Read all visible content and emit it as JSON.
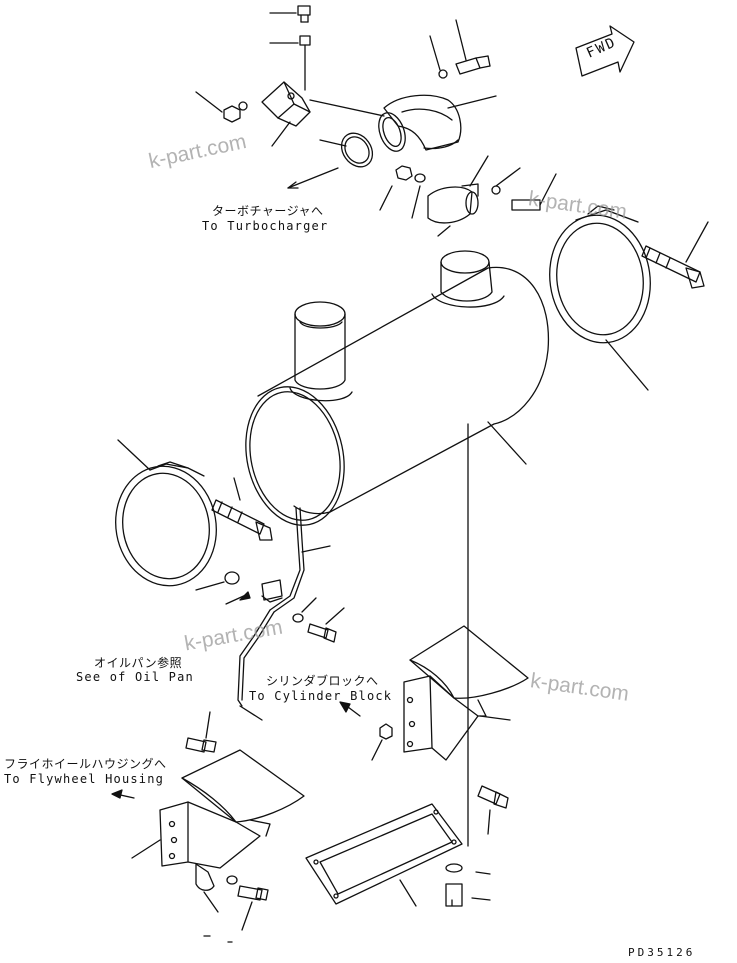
{
  "fwd_label": "FWD",
  "callouts": {
    "turbo_jp": "ターボチャージャへ",
    "turbo_en": "To Turbocharger",
    "oilpan_jp": "オイルパン参照",
    "oilpan_en": "See of Oil Pan",
    "cylinder_jp": "シリンダブロックへ",
    "cylinder_en": "To Cylinder Block",
    "flywheel_jp": "フライホイールハウジングへ",
    "flywheel_en": "To Flywheel Housing"
  },
  "watermarks": [
    "k-part.com",
    "k-part.com",
    "k-part.com",
    "k-part.com"
  ],
  "drawing_code": "PD35126",
  "colors": {
    "ink": "#111111",
    "watermark": "#9a9a9a",
    "paper": "#ffffff"
  }
}
